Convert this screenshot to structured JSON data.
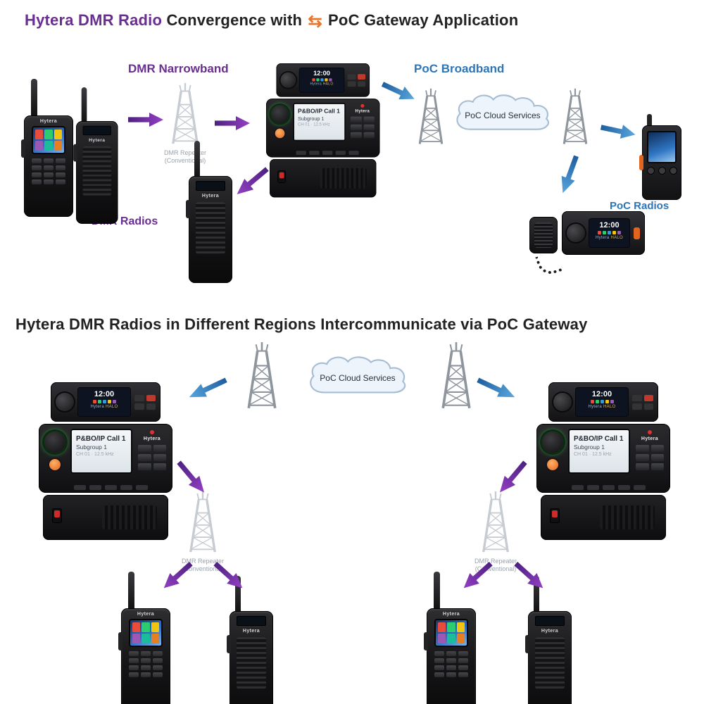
{
  "top": {
    "title": {
      "p1": "Hytera DMR Radio ",
      "p2": "Convergence with ",
      "icon": "⇆",
      "p3": " PoC Gateway Application"
    },
    "dmr_link_label": "DMR Narrowband",
    "poc_link_label": "PoC Broadband",
    "dmr_radios_label": "DMR Radios",
    "poc_radios_label": "PoC Radios",
    "cloud_label": "PoC Cloud Services",
    "repeater_label_1": "DMR Repeater",
    "repeater_label_2": "(Conventional)"
  },
  "bottom": {
    "title": {
      "p1": "Hytera DMR Radios ",
      "p2": "in Different Regions Intercommunicate via PoC Gateway"
    },
    "cloud_label": "PoC Cloud Services",
    "repeater_label_1": "DMR Repeater",
    "repeater_label_2": "(Conventional)"
  },
  "device": {
    "brand": "Hytera",
    "model": "HALO",
    "time": "12:00",
    "screen_line1": "P&BO/IP Call 1",
    "screen_line2": "Subgroup 1",
    "screen_line3": "CH 01 · 12.5 kHz"
  }
}
